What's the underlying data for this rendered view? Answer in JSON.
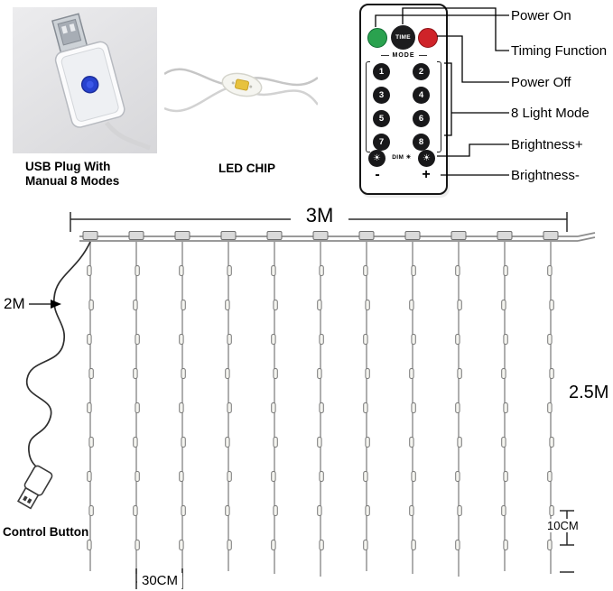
{
  "photos": {
    "usb_caption_line1": "USB Plug With",
    "usb_caption_line2": "Manual 8 Modes",
    "led_caption": "LED CHIP"
  },
  "remote": {
    "time_button": "TIME",
    "mode_label": "MODE",
    "dim_label": "DIM",
    "sun_icon": "☀",
    "minus_label": "-",
    "plus_label": "+",
    "number_buttons": [
      "1",
      "2",
      "3",
      "4",
      "5",
      "6",
      "7",
      "8"
    ],
    "colors": {
      "power_on": "#2aa24f",
      "power_off": "#cf2329"
    }
  },
  "callouts": [
    {
      "label": "Power On"
    },
    {
      "label": "Timing Function"
    },
    {
      "label": "Power Off"
    },
    {
      "label": "8 Light Mode"
    },
    {
      "label": "Brightness+"
    },
    {
      "label": "Brightness-"
    }
  ],
  "diagram": {
    "width_label": "3M",
    "lead_label": "2M",
    "height_label": "2.5M",
    "led_spacing_label": "10CM",
    "strand_spacing_label": "30CM",
    "control_label": "Control Button",
    "strand_count": 11,
    "leds_per_strand": 9
  }
}
